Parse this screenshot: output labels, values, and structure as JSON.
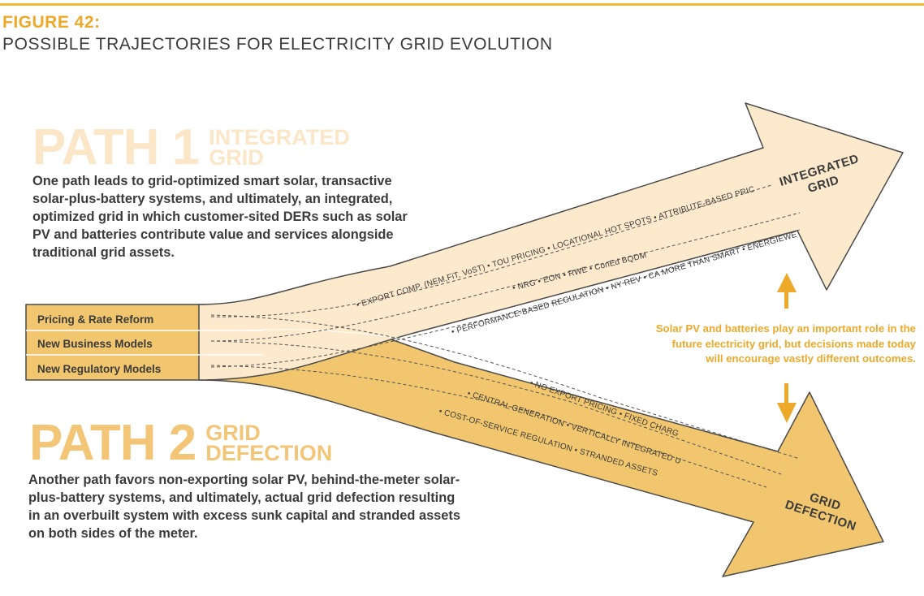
{
  "figure": {
    "number": "FIGURE 42:",
    "title": "POSSIBLE TRAJECTORIES FOR ELECTRICITY GRID EVOLUTION"
  },
  "path1": {
    "big": "PATH 1",
    "sub_line1": "INTEGRATED",
    "sub_line2": "GRID",
    "description": "One path leads to grid-optimized smart solar, transactive solar-plus-battery systems, and ultimately, an integrated, optimized grid in which customer-sited DERs such as solar PV and batteries contribute value and services alongside traditional grid assets.",
    "arrow_label_line1": "INTEGRATED",
    "arrow_label_line2": "GRID",
    "lines": [
      "• EXPORT COMP. (NEM,FiT, VoST) • TOU PRICING • LOCATIONAL HOT SPOTS • ATTRIBUTE-BASED PRICING",
      "• NRG • EON • RWE • ConEd BQDM",
      "• PERFORMANCE-BASED REGULATION • NY REV • CA MORE THAN SMART • ENERGIEWENDE"
    ]
  },
  "path2": {
    "big": "PATH 2",
    "sub_line1": "GRID",
    "sub_line2": "DEFECTION",
    "description": "Another path favors non-exporting solar PV, behind-the-meter solar-plus-battery systems, and ultimately, actual grid defection resulting in an overbuilt system with excess sunk capital and stranded assets on both sides of the meter.",
    "arrow_label_line1": "GRID",
    "arrow_label_line2": "DEFECTION",
    "lines": [
      "• NO EXPORT PRICING • FIXED CHARGES",
      "• CENTRAL GENERATION • VERTICALLY INTEGRATED UTILITIES",
      "• COST-OF-SERVICE REGULATION • STRANDED ASSETS"
    ]
  },
  "bands": [
    "Pricing & Rate Reform",
    "New Business Models",
    "New Regulatory Models"
  ],
  "side_note": "Solar PV and batteries play an important role in the future electricity grid, but decisions made today will encourage vastly different outcomes.",
  "colors": {
    "accent": "#eca92a",
    "rule": "#f1b93a",
    "path1_fill": "#fde9cc",
    "path2_fill": "#f1c66e",
    "band_fill": "#f1c66e",
    "text": "#3b3b3b",
    "outline": "#4a4a4a"
  }
}
